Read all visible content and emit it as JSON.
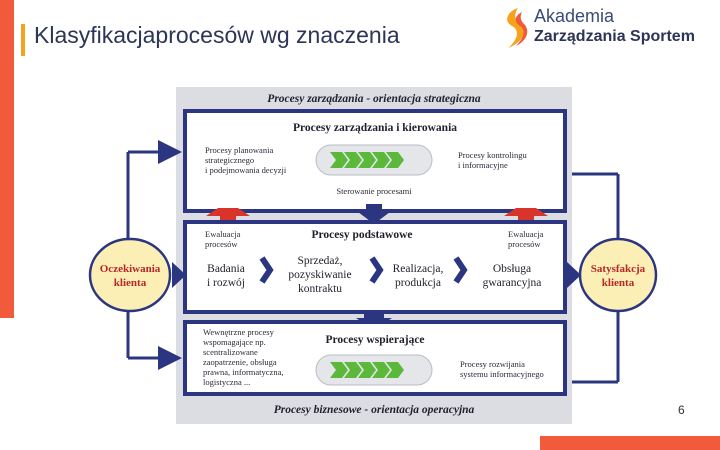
{
  "slide": {
    "title": "Klasyfikacjaprocesów wg znaczenia",
    "page_number": "6"
  },
  "logo": {
    "line1": "Akademia",
    "line2": "Zarządzania Sportem"
  },
  "diagram": {
    "top_header": "Procesy zarządzania - orientacja strategiczna",
    "bottom_header": "Procesy biznesowe - orientacja operacyjna",
    "management_box": {
      "title": "Procesy zarządzania i kierowania",
      "left_note": [
        "Procesy planowania",
        "strategicznego",
        "i podejmowania decyzji"
      ],
      "right_note": [
        "Procesy kontrolingu",
        "i informacyjne"
      ],
      "center_label": "Sterowanie procesami"
    },
    "core_box": {
      "title": "Procesy podstawowe",
      "eval_left": [
        "Ewaluacja",
        "procesów"
      ],
      "eval_right": [
        "Ewaluacja",
        "procesów"
      ],
      "steps": [
        [
          "Badania",
          "i rozwój"
        ],
        [
          "Sprzedaż,",
          "pozyskiwanie",
          "kontraktu"
        ],
        [
          "Realizacja,",
          "produkcja"
        ],
        [
          "Obsługa",
          "gwarancyjna"
        ]
      ]
    },
    "support_box": {
      "title": "Procesy wspierające",
      "left_note": [
        "Wewnętrzne procesy",
        "wspomagające np.",
        "scentralizowane",
        "zaopatrzenie, obsługa",
        "prawna, informatyczna,",
        "logistyczna ..."
      ],
      "right_note": [
        "Procesy rozwijania",
        "systemu informacyjnego"
      ]
    },
    "left_oval": [
      "Oczekiwania",
      "klienta"
    ],
    "right_oval": [
      "Satysfakcja",
      "klienta"
    ]
  },
  "colors": {
    "accent_orange": "#f15a3a",
    "accent_yellow": "#f7a21b",
    "navy": "#2b3580",
    "arrow_red": "#d9342b",
    "chevron_green": "#5cb83a",
    "oval_fill": "#fbefb5",
    "oval_text": "#b8262a",
    "panel_gray": "#dcdde2"
  }
}
